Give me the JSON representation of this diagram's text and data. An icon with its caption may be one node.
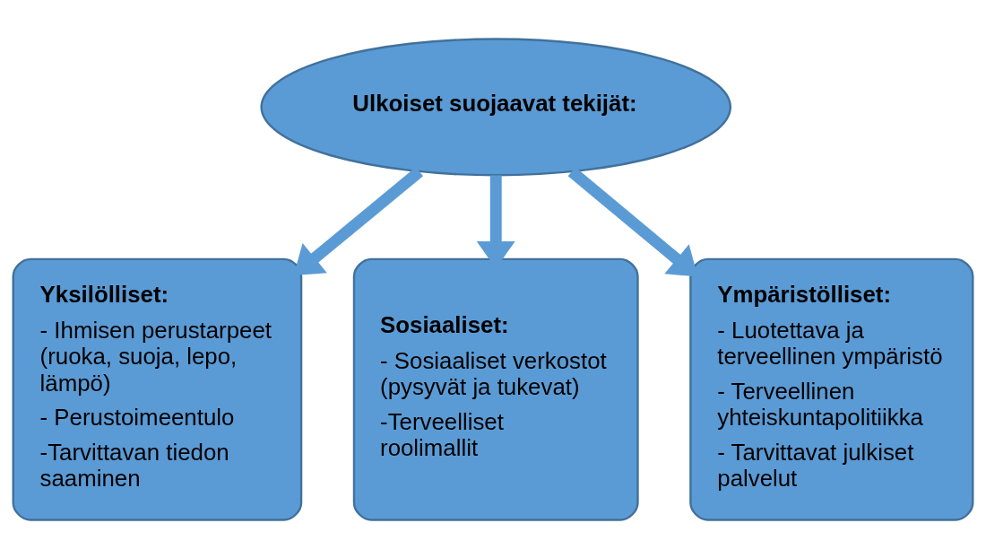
{
  "diagram": {
    "nodes": [
      {
        "text": [
          "Ulkoiset suojaavat tekijät:"
        ]
      },
      {
        "text": [
          "Yksilölliset:",
          "- Ihmisen perustarpeet (ruoka, suoja, lepo, lämpö)",
          "- Perustoimeentulo",
          "-Tarvittavan tiedon saaminen"
        ]
      },
      {
        "text": [
          "Sosiaaliset:",
          "- Sosiaaliset verkostot (pysyvät ja tukevat)",
          "-Terveelliset roolimallit"
        ]
      },
      {
        "text": [
          "Ympäristölliset:",
          "- Luotettava ja terveellinen ympäristö",
          "- Terveellinen yhteiskuntapolitiikka",
          "- Tarvittavat julkiset palvelut"
        ]
      }
    ],
    "edges": [
      {
        "from": 0,
        "to": 1,
        "arrow": "to"
      },
      {
        "from": 0,
        "to": 2,
        "arrow": "to"
      },
      {
        "from": 0,
        "to": 3,
        "arrow": "to"
      }
    ]
  }
}
